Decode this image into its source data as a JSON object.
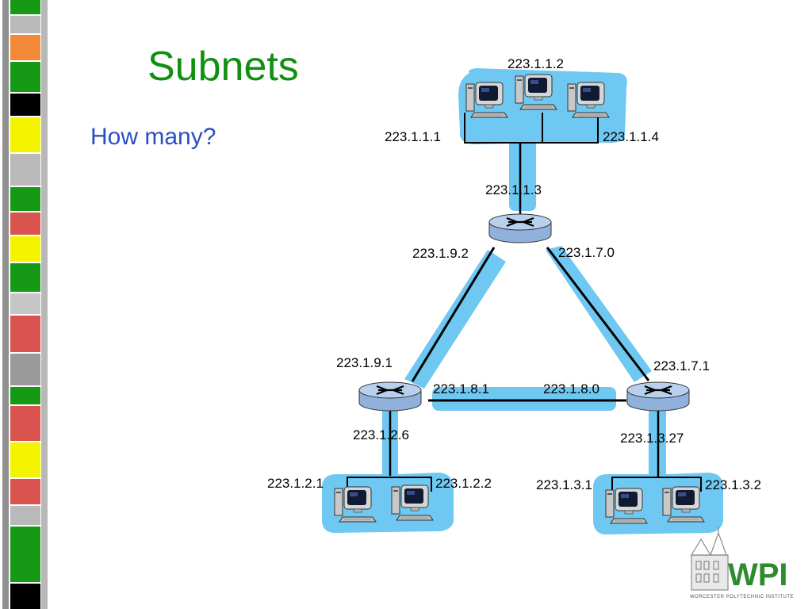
{
  "slide": {
    "title": "Subnets",
    "question": "How many?"
  },
  "colors": {
    "title": "#109010",
    "question": "#2b4fbf",
    "subnet_highlight": "#6fc8f2",
    "link": "#000000",
    "router": "#a9c6e8"
  },
  "diagram": {
    "labels": {
      "h_1_1_2": "223.1.1.2",
      "h_1_1_1": "223.1.1.1",
      "h_1_1_4": "223.1.1.4",
      "r1_1_1_3": "223.1.1.3",
      "r1_9_2": "223.1.9.2",
      "r1_7_0": "223.1.7.0",
      "r2_9_1": "223.1.9.1",
      "r2_8_1": "223.1.8.1",
      "r3_8_0": "223.1.8.0",
      "r3_7_1": "223.1.7.1",
      "r2_2_6": "223.1.2.6",
      "r3_3_27": "223.1.3.27",
      "h_2_1": "223.1.2.1",
      "h_2_2": "223.1.2.2",
      "h_3_1": "223.1.3.1",
      "h_3_2": "223.1.3.2"
    }
  },
  "logo": {
    "text": "WPI",
    "subtitle": "WORCESTER POLYTECHNIC INSTITUTE"
  }
}
